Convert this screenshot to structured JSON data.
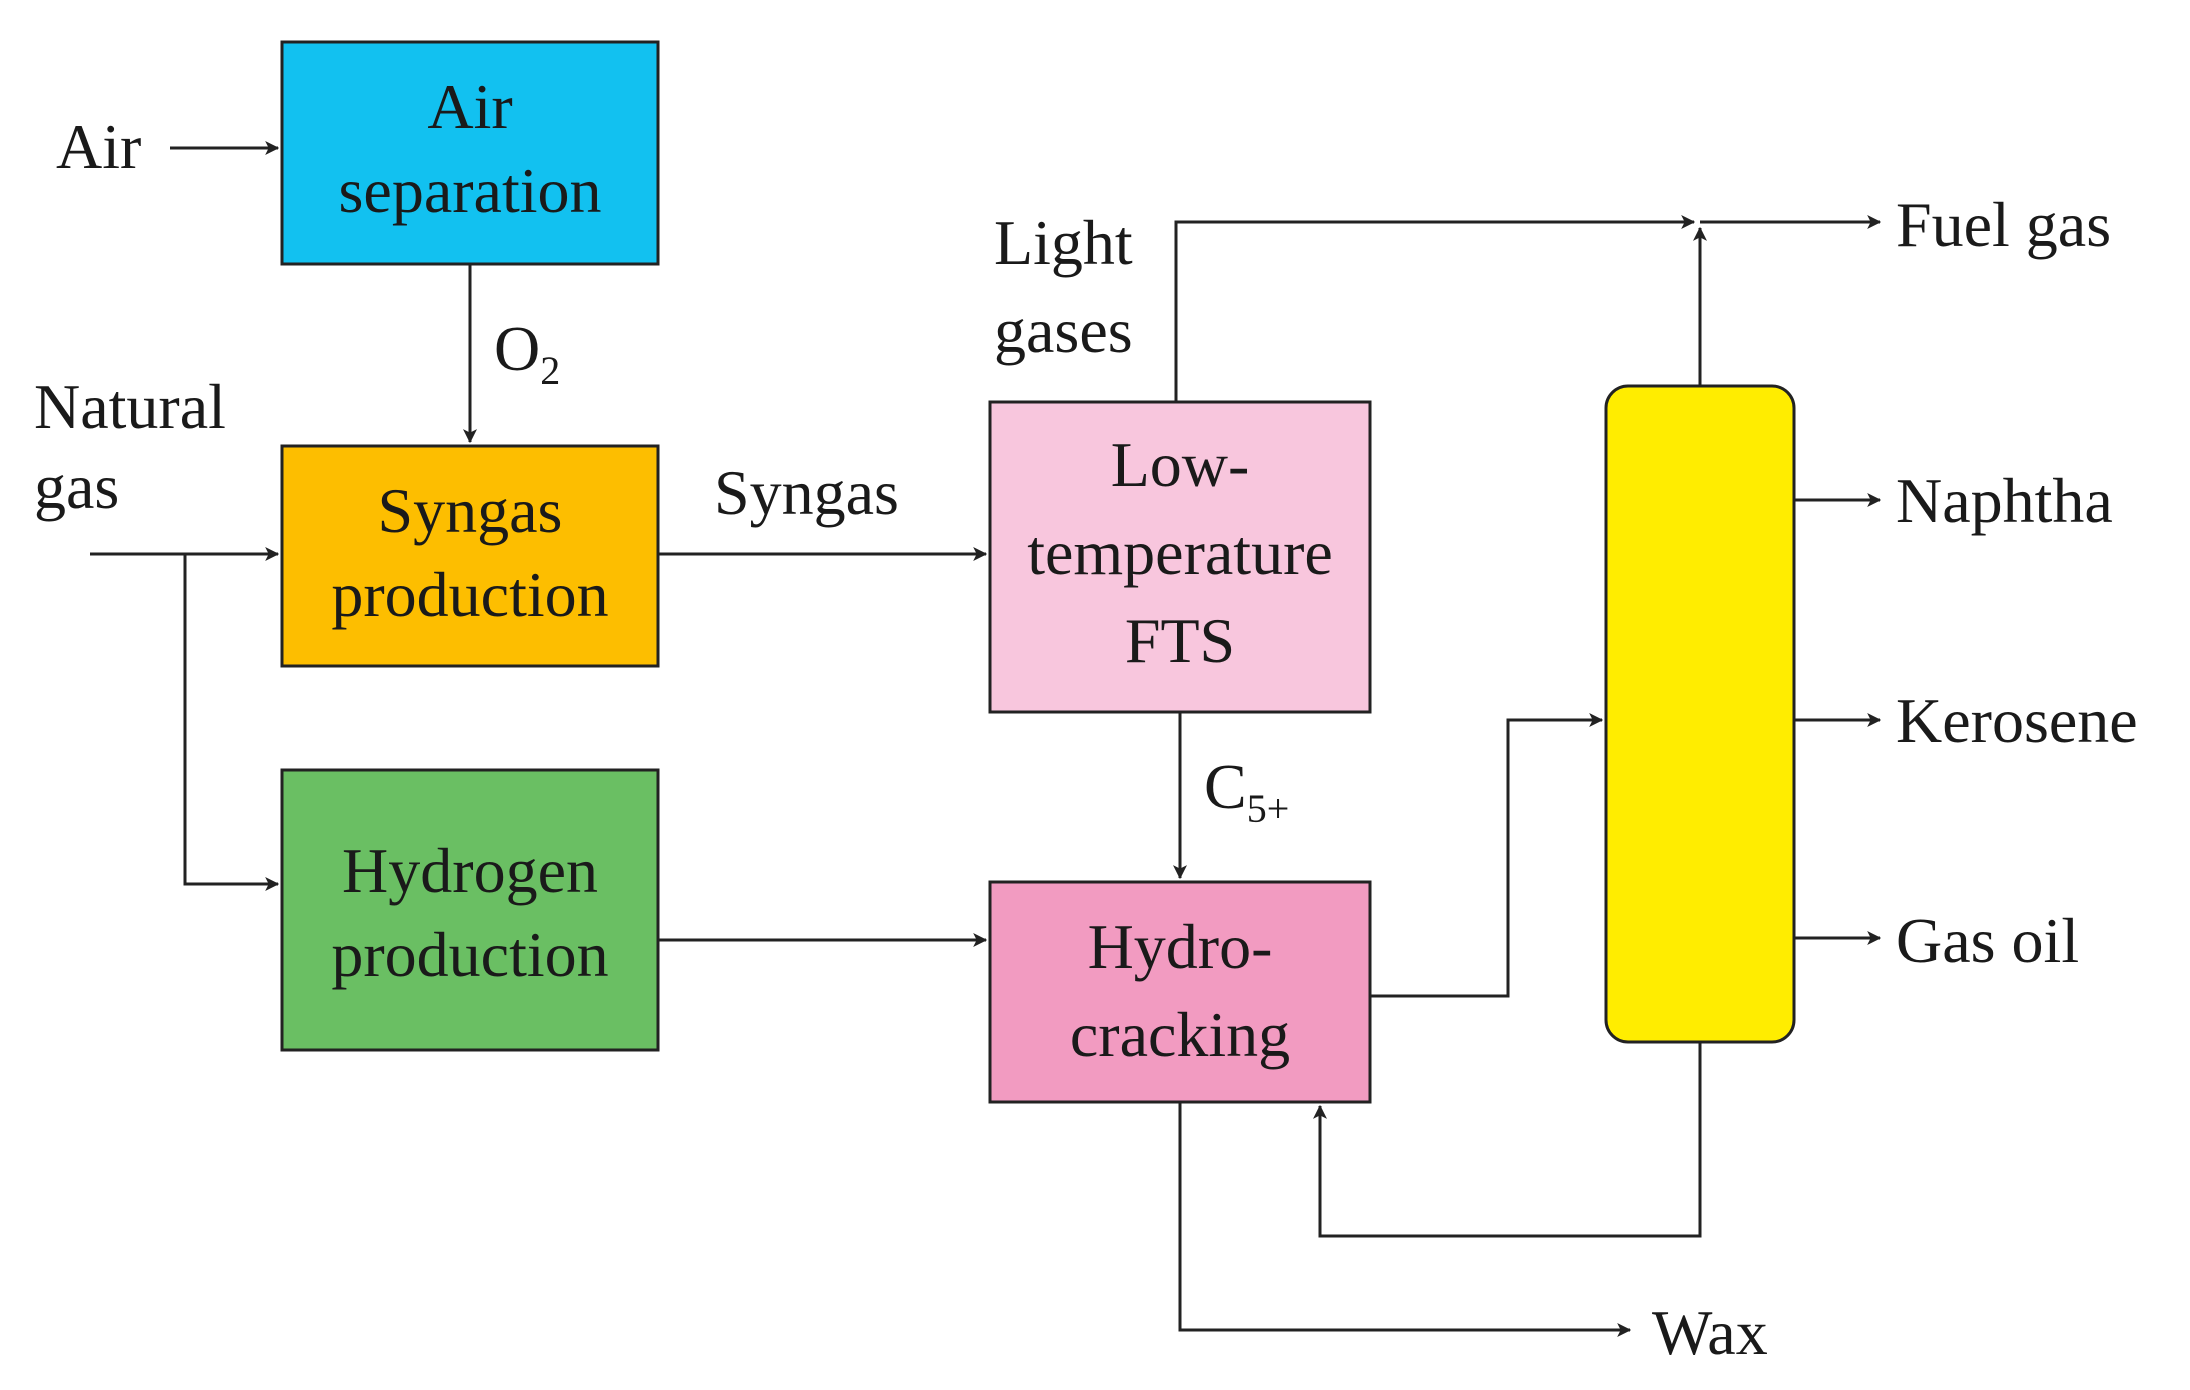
{
  "colors": {
    "air_separation": "#12C1F0",
    "syngas_production": "#FDBE00",
    "hydrogen_production": "#6ABF63",
    "low_temp_fts": "#F8C6DD",
    "hydrocracking": "#F29BC1",
    "distillation_column": "#FFED00",
    "line": "#222222",
    "text": "#1a1a1a"
  },
  "blocks": {
    "air_separation": {
      "line1": "Air",
      "line2": "separation"
    },
    "syngas_production": {
      "line1": "Syngas",
      "line2": "production"
    },
    "hydrogen_production": {
      "line1": "Hydrogen",
      "line2": "production"
    },
    "low_temp_fts": {
      "line1": "Low-",
      "line2": "temperature",
      "line3": "FTS"
    },
    "hydrocracking": {
      "line1": "Hydro-",
      "line2": "cracking"
    }
  },
  "streams": {
    "air": "Air",
    "o2_main": "O",
    "o2_sub": "2",
    "natural_gas_line1": "Natural",
    "natural_gas_line2": "gas",
    "syngas": "Syngas",
    "light_gases_line1": "Light",
    "light_gases_line2": "gases",
    "c5_main": "C",
    "c5_sub": "5+",
    "wax": "Wax"
  },
  "products": {
    "fuel_gas": "Fuel gas",
    "naphtha": "Naphtha",
    "kerosene": "Kerosene",
    "gas_oil": "Gas oil"
  }
}
